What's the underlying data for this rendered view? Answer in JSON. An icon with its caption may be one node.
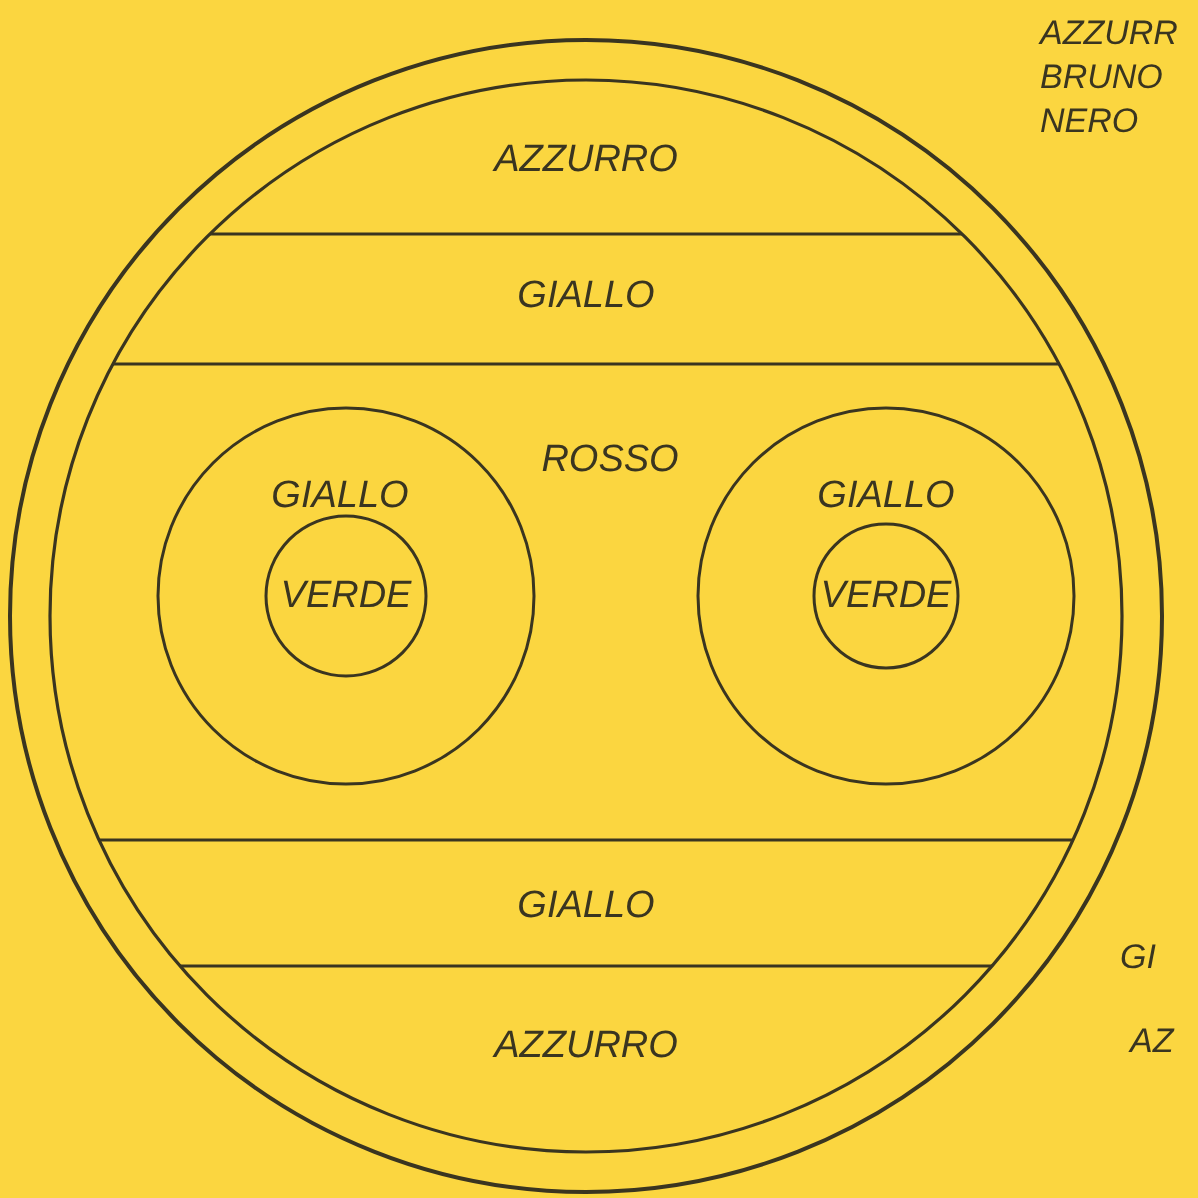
{
  "diagram": {
    "nodes": [
      {
        "text": [],
        "shape": "circle"
      },
      {
        "text": [
          "AZZURRO"
        ],
        "in": 0
      },
      {
        "text": [
          "GIALLO"
        ],
        "in": 0
      },
      {
        "text": [
          "ROSSO"
        ],
        "in": 0
      },
      {
        "text": [
          "GIALLO"
        ],
        "in": 3
      },
      {
        "text": [
          "VERDE"
        ],
        "in": 4
      },
      {
        "text": [
          "GIALLO"
        ],
        "in": 3
      },
      {
        "text": [
          "VERDE"
        ],
        "in": 6
      },
      {
        "text": [
          "GIALLO"
        ],
        "in": 0
      },
      {
        "text": [
          "AZZURRO"
        ],
        "in": 0
      }
    ],
    "labels": [
      "AZZURR",
      "BRUNO",
      "NERO",
      "GI",
      "AZ"
    ]
  }
}
